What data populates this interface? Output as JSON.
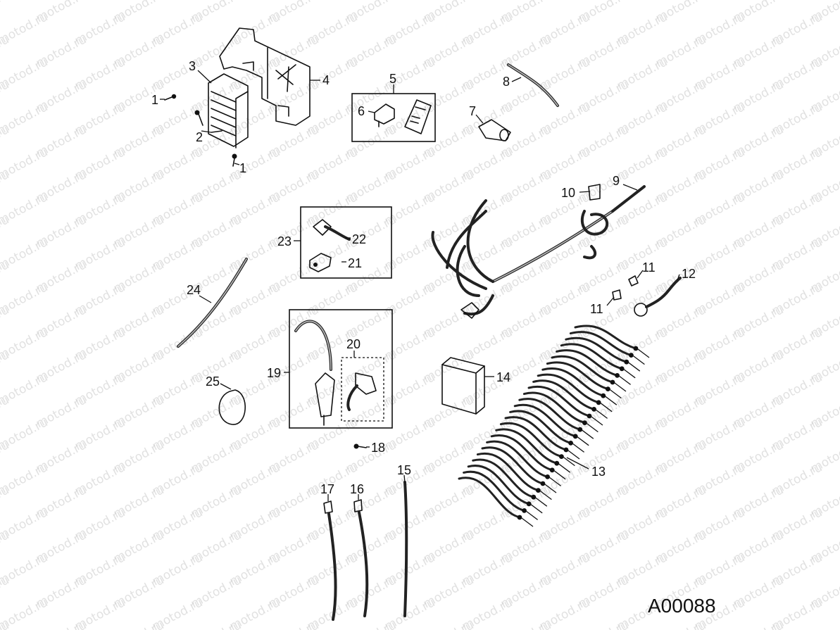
{
  "diagram": {
    "code": "A00088",
    "watermark": "motod.ru",
    "part_labels": [
      "1",
      "2",
      "1",
      "3",
      "4",
      "5",
      "6",
      "7",
      "8",
      "9",
      "10",
      "11",
      "11",
      "12",
      "13",
      "14",
      "15",
      "16",
      "17",
      "18",
      "19",
      "20",
      "21",
      "22",
      "23",
      "24",
      "25"
    ]
  }
}
